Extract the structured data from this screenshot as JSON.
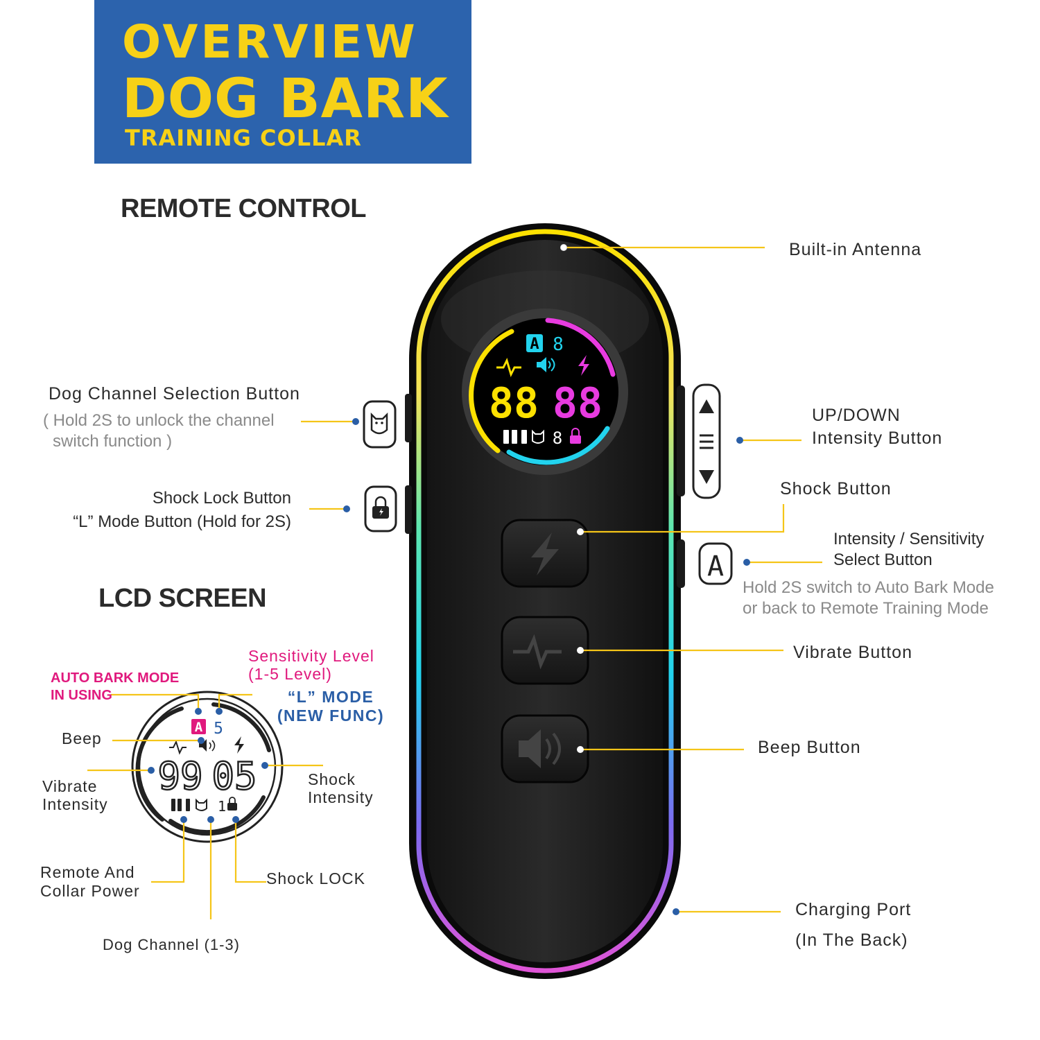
{
  "banner": {
    "line1": "OVERVIEW",
    "line2": "DOG BARK",
    "line3": "TRAINING COLLAR"
  },
  "sections": {
    "remote_control": "REMOTE CONTROL",
    "lcd_screen": "LCD SCREEN"
  },
  "remote_labels": {
    "antenna": "Built-in Antenna",
    "channel_button": "Dog Channel Selection Button",
    "channel_note_1": "( Hold 2S to unlock the channel",
    "channel_note_2": "switch function )",
    "shock_lock_1": "Shock Lock Button",
    "shock_lock_2": "“L” Mode Button (Hold for 2S)",
    "updown_1": "UP/DOWN",
    "updown_2": "Intensity Button",
    "shock_button": "Shock Button",
    "select_1": "Intensity / Sensitivity",
    "select_2": "Select Button",
    "select_note_1": "Hold 2S switch to Auto Bark Mode",
    "select_note_2": "or back to Remote Training Mode",
    "vibrate_button": "Vibrate Button",
    "beep_button": "Beep Button",
    "charging_1": "Charging Port",
    "charging_2": "(In The Back)"
  },
  "lcd_labels": {
    "sensitivity_1": "Sensitivity Level",
    "sensitivity_2": "(1-5 Level)",
    "auto_bark_1": "AUTO BARK MODE",
    "auto_bark_2": "IN USING",
    "l_mode_1": "“L” MODE",
    "l_mode_2": "(NEW FUNC)",
    "beep": "Beep",
    "vibrate_1": "Vibrate",
    "vibrate_2": "Intensity",
    "shock_1": "Shock",
    "shock_2": "Intensity",
    "power_1": "Remote And",
    "power_2": "Collar Power",
    "shock_lock": "Shock LOCK",
    "dog_channel": "Dog Channel (1-3)"
  },
  "device_screen": {
    "mode_letter": "A",
    "level_digit": "8",
    "vibrate_digits": "88",
    "shock_digits": "88",
    "channel_digit": "8"
  },
  "lcd_example": {
    "mode_letter": "A",
    "level_digit": "5",
    "vibrate_digits": "99",
    "shock_digits": "05",
    "channel_digit": "1"
  },
  "side_buttons": {
    "select_letter": "A"
  },
  "colors": {
    "banner": "#2c63ad",
    "banner_text": "#f7d117",
    "leader_line": "#f5c518",
    "marker_dot": "#2a5ea6",
    "pink": "#e0197d",
    "cyan": "#22d3ee",
    "magenta": "#e83be0",
    "yellow": "#fde100"
  }
}
